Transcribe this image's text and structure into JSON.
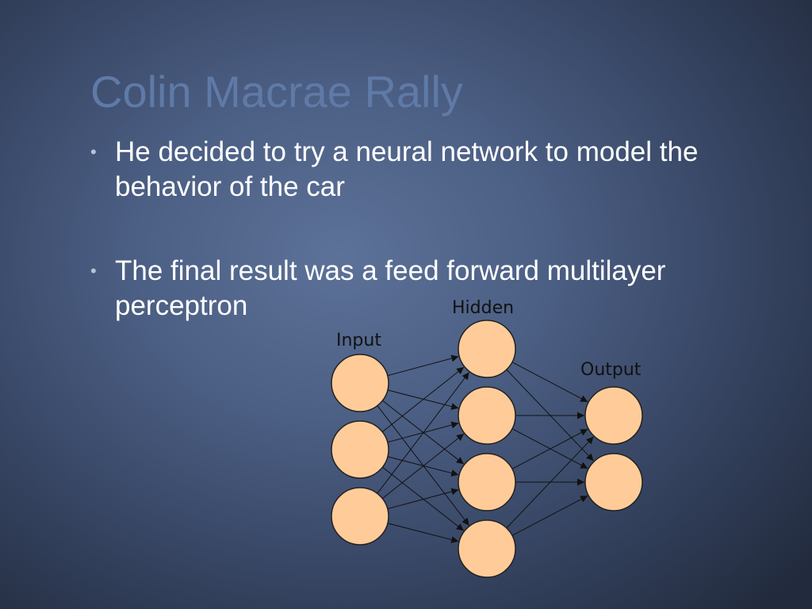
{
  "slide": {
    "title": "Colin Macrae Rally",
    "bullets": [
      "He decided to try a neural network to model the behavior of the car",
      "The final result was a feed forward multilayer perceptron"
    ]
  },
  "diagram": {
    "layers": [
      {
        "label": "Input",
        "neurons": 3
      },
      {
        "label": "Hidden",
        "neurons": 4
      },
      {
        "label": "Output",
        "neurons": 2
      }
    ],
    "connections": "fully-connected",
    "colors": {
      "neuron_fill": "#ffcc99",
      "neuron_stroke": "#222222",
      "edge": "#111111"
    }
  }
}
